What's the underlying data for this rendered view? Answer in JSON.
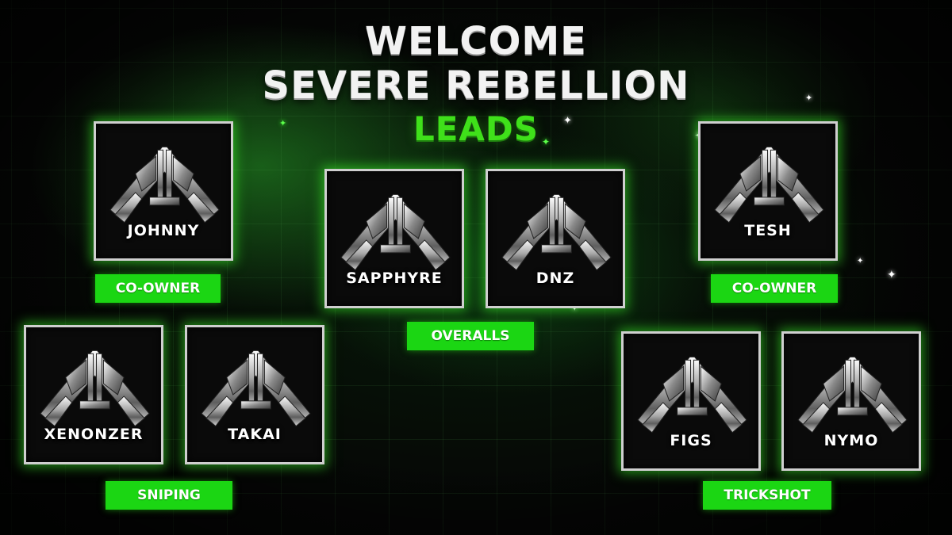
{
  "title": {
    "line1": "WELCOME",
    "line2": "SEVERE REBELLION",
    "line3": "LEADS"
  },
  "colors": {
    "accent": "#1bd613",
    "leads_text": "#3fe01a",
    "card_border": "#cfcfcf",
    "glow": "#3cff28"
  },
  "members": {
    "johnny": "JOHNNY",
    "sapphyre": "SAPPHYRE",
    "dnz": "DNZ",
    "tesh": "TESH",
    "xenonzer": "XENONZER",
    "takai": "TAKAI",
    "figs": "FIGS",
    "nymo": "NYMO"
  },
  "roles": {
    "co_owner_left": "CO-OWNER",
    "co_owner_right": "CO-OWNER",
    "overalls": "OVERALLS",
    "sniping": "SNIPING",
    "trickshot": "TRICKSHOT"
  },
  "icons": {
    "card_logo": "severe-rebellion-logo-icon",
    "sparkle": "sparkle-icon"
  }
}
